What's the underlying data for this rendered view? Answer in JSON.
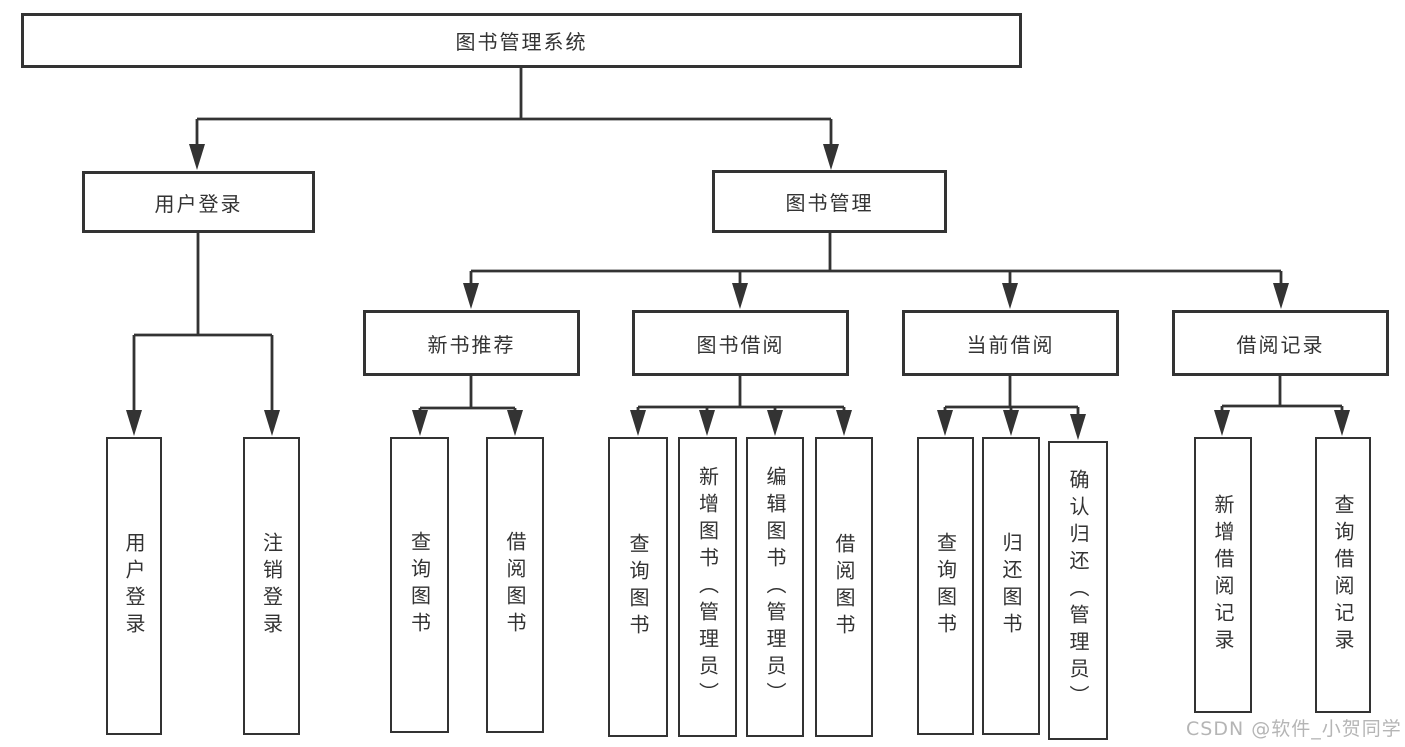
{
  "diagram": {
    "root": {
      "label": "图书管理系统"
    },
    "level1": [
      {
        "id": "user-login",
        "label": "用户登录"
      },
      {
        "id": "book-management",
        "label": "图书管理"
      }
    ],
    "level2": [
      {
        "id": "new-book-recommend",
        "label": "新书推荐"
      },
      {
        "id": "book-borrow",
        "label": "图书借阅"
      },
      {
        "id": "current-borrow",
        "label": "当前借阅"
      },
      {
        "id": "borrow-record",
        "label": "借阅记录"
      }
    ],
    "leaves": {
      "user_login": [
        {
          "label": "用户登录"
        },
        {
          "label": "注销登录"
        }
      ],
      "new_book": [
        {
          "label": "查询图书"
        },
        {
          "label": "借阅图书"
        }
      ],
      "book_borrow": [
        {
          "label": "查询图书"
        },
        {
          "label": "新增图书（管理员）"
        },
        {
          "label": "编辑图书（管理员）"
        },
        {
          "label": "借阅图书"
        }
      ],
      "current_borrow": [
        {
          "label": "查询图书"
        },
        {
          "label": "归还图书"
        },
        {
          "label": "确认归还（管理员）"
        }
      ],
      "borrow_record": [
        {
          "label": "新增借阅记录"
        },
        {
          "label": "查询借阅记录"
        }
      ]
    }
  },
  "watermark": {
    "text": "CSDN @软件_小贺同学"
  },
  "colors": {
    "line": "#333333",
    "border": "#333333",
    "text": "#333333",
    "watermark": "#b5b5b5",
    "background": "#ffffff"
  }
}
